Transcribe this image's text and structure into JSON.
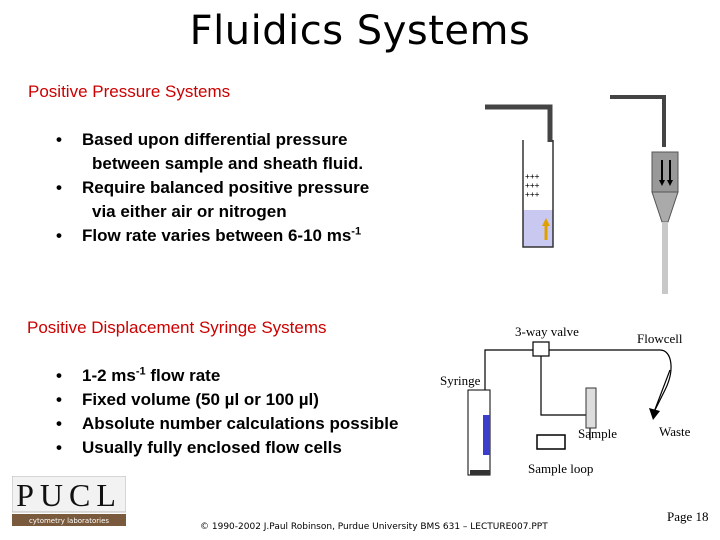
{
  "title": "Fluidics Systems",
  "positive_pressure": {
    "heading": "Positive Pressure Systems",
    "bullets": [
      {
        "line1": "Based upon differential pressure",
        "line2": "between sample and sheath fluid."
      },
      {
        "line1": "Require balanced positive pressure",
        "line2": "via either air or nitrogen"
      },
      {
        "text": "Flow rate varies between 6-10 ms",
        "sup": "-1"
      }
    ]
  },
  "positive_displacement": {
    "heading": "Positive Displacement Syringe Systems",
    "bullets": [
      {
        "text_a": "1-2 ms",
        "sup": "-1",
        "text_b": " flow rate"
      },
      {
        "text": "Fixed volume (50 µl or 100 µl)"
      },
      {
        "text": "Absolute number calculations possible"
      },
      {
        "text": "Usually fully enclosed flow cells"
      }
    ]
  },
  "diagram_labels": {
    "three_way_valve": "3-way valve",
    "flowcell": "Flowcell",
    "syringe": "Syringe",
    "sample": "Sample",
    "waste": "Waste",
    "sample_loop": "Sample loop"
  },
  "logo": {
    "letters": "PUCL",
    "subtitle": "cytometry laboratories"
  },
  "footer": "© 1990-2002 J.Paul Robinson, Purdue University BMS 631 – LECTURE007.PPT",
  "page": "Page 18",
  "colors": {
    "heading": "#cc0000",
    "fluid": "#c8c8f0",
    "fluid_dark": "#3d3dcc",
    "pipe": "#444444"
  }
}
